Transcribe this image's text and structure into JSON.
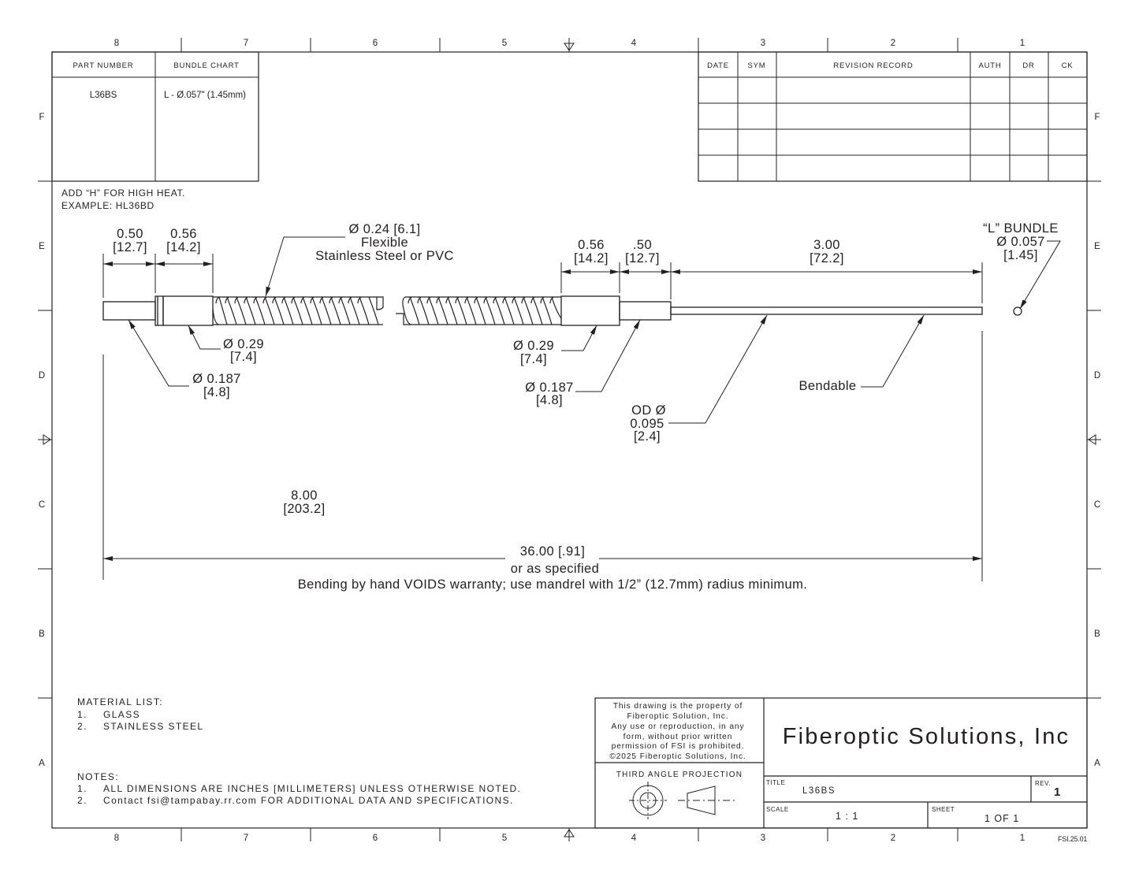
{
  "zones": {
    "columns": [
      "8",
      "7",
      "6",
      "5",
      "4",
      "3",
      "2",
      "1"
    ],
    "rows": [
      "F",
      "E",
      "D",
      "C",
      "B",
      "A"
    ]
  },
  "bundle_chart": {
    "headers": [
      "PART NUMBER",
      "BUNDLE CHART"
    ],
    "part_number": "L36BS",
    "bundle": "L  - Ø.057\" (1.45mm)"
  },
  "revision_table": {
    "headers": [
      "DATE",
      "SYM",
      "REVISION RECORD",
      "AUTH",
      "DR",
      "CK"
    ]
  },
  "high_heat_note": [
    "ADD “H” FOR HIGH HEAT.",
    "EXAMPLE: HL36BD"
  ],
  "dimensions": {
    "left_tip_len": [
      "0.50",
      "[12.7]"
    ],
    "left_ferrule_len": [
      "0.56",
      "[14.2]"
    ],
    "sheath": [
      "Ø 0.24 [6.1]",
      "Flexible",
      "Stainless Steel or PVC"
    ],
    "right_ferrule_len": [
      "0.56",
      "[14.2]"
    ],
    "right_tip_len": [
      ".50",
      "[12.7]"
    ],
    "probe_len": [
      "3.00",
      "[72.2]"
    ],
    "l_bundle": [
      "“L” BUNDLE",
      "Ø 0.057",
      "[1.45]"
    ],
    "left_ferrule_dia": [
      "Ø 0.29",
      "[7.4]"
    ],
    "left_tip_dia": [
      "Ø 0.187",
      "[4.8]"
    ],
    "right_ferrule_dia": [
      "Ø 0.29",
      "[7.4]"
    ],
    "right_tip_dia": [
      "Ø 0.187",
      "[4.8]"
    ],
    "probe_od": [
      "OD Ø",
      "0.095",
      "[2.4]"
    ],
    "bendable": "Bendable",
    "spare": [
      "8.00",
      "[203.2]"
    ],
    "overall": [
      "36.00 [.91]",
      "or as specified"
    ],
    "warning": "Bending by hand VOIDS warranty; use mandrel with 1/2” (12.7mm) radius minimum."
  },
  "material_list": {
    "title": "MATERIAL LIST:",
    "items": [
      [
        "1.",
        "GLASS"
      ],
      [
        "2.",
        "STAINLESS STEEL"
      ]
    ]
  },
  "notes": {
    "title": "NOTES:",
    "items": [
      [
        "1.",
        "ALL DIMENSIONS ARE INCHES [MILLIMETERS] UNLESS OTHERWISE NOTED."
      ],
      [
        "2.",
        "Contact fsi@tampabay.rr.com FOR ADDITIONAL DATA AND SPECIFICATIONS."
      ]
    ]
  },
  "property_notice": [
    "This drawing is the property of",
    "Fiberoptic Solution, Inc.",
    "Any use or reproduction, in any",
    "form, without prior written",
    "permission of FSI is prohibited.",
    "©2025 Fiberoptic Solutions, Inc."
  ],
  "projection_label": "THIRD ANGLE PROJECTION",
  "title_block": {
    "company": "Fiberoptic Solutions, Inc",
    "title_label": "TITLE",
    "title": "L36BS",
    "rev_label": "REV.",
    "rev": "1",
    "scale_label": "SCALE",
    "scale": "1 : 1",
    "sheet_label": "SHEET",
    "sheet": "1  OF 1"
  },
  "form_number": "FSI.25.01"
}
